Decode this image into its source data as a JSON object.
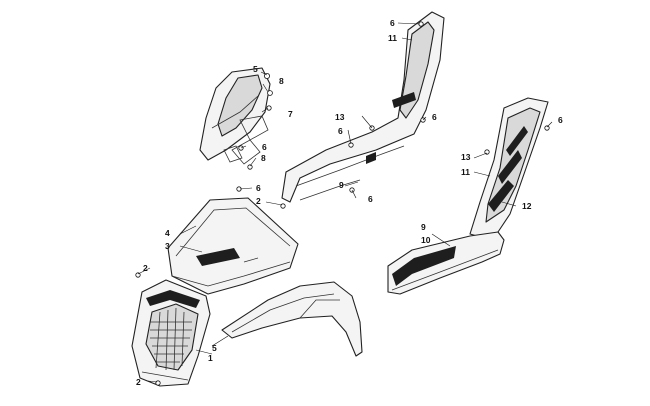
{
  "callouts": {
    "c1": "1",
    "c2a": "2",
    "c2b": "2",
    "c2c": "2",
    "c3": "3",
    "c4": "4",
    "c5a": "5",
    "c5b": "5",
    "c6a": "6",
    "c6b": "6",
    "c6c": "6",
    "c6d": "6",
    "c6e": "6",
    "c6f": "6",
    "c6g": "6",
    "c7": "7",
    "c8a": "8",
    "c8b": "8",
    "c9a": "9",
    "c9b": "9",
    "c10": "10",
    "c11a": "11",
    "c11b": "11",
    "c12": "12",
    "c13a": "13",
    "c13b": "13"
  }
}
